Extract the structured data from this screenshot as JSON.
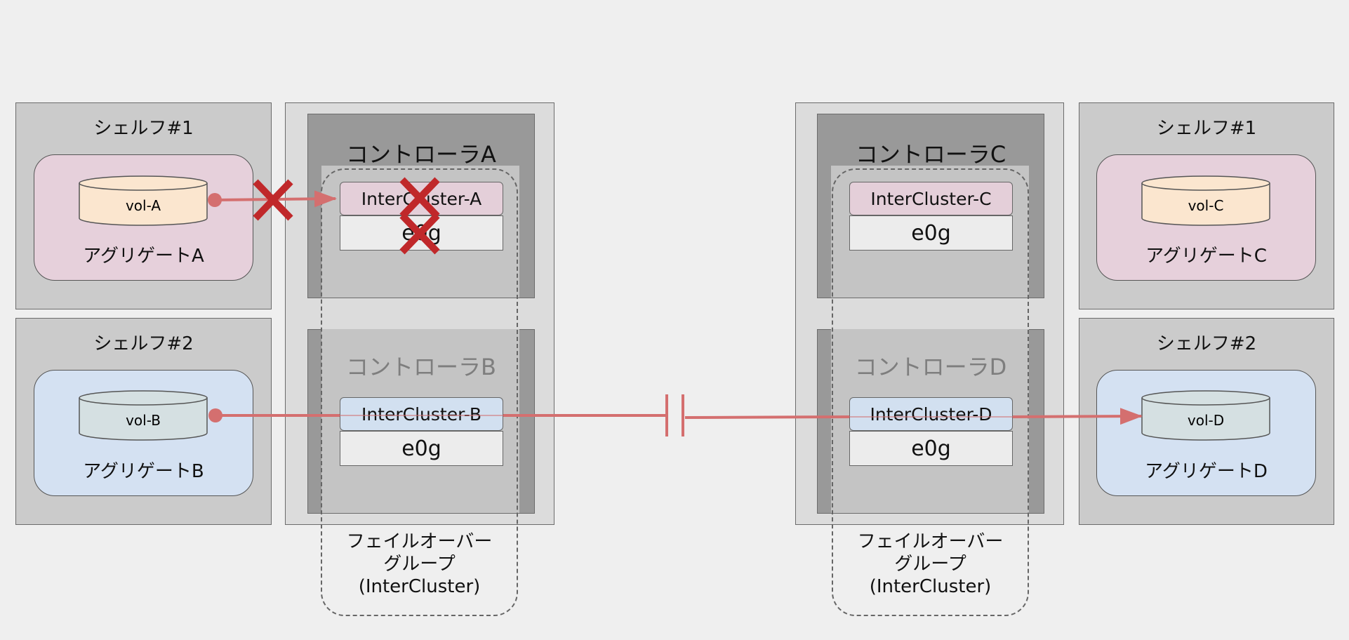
{
  "left": {
    "shelf1": {
      "title": "シェルフ#1",
      "aggregate": "アグリゲートA",
      "volume": "vol-A"
    },
    "shelf2": {
      "title": "シェルフ#2",
      "aggregate": "アグリゲートB",
      "volume": "vol-B"
    },
    "controller_a": {
      "title": "コントローラA",
      "lif": "InterCluster-A",
      "port": "e0g"
    },
    "controller_b": {
      "title": "コントローラB",
      "lif": "InterCluster-B",
      "port": "e0g"
    },
    "failover_group": {
      "line1": "フェイルオーバー",
      "line2": "グループ",
      "line3": "(InterCluster)"
    }
  },
  "right": {
    "shelf1": {
      "title": "シェルフ#1",
      "aggregate": "アグリゲートC",
      "volume": "vol-C"
    },
    "shelf2": {
      "title": "シェルフ#2",
      "aggregate": "アグリゲートD",
      "volume": "vol-D"
    },
    "controller_c": {
      "title": "コントローラC",
      "lif": "InterCluster-C",
      "port": "e0g"
    },
    "controller_d": {
      "title": "コントローラD",
      "lif": "InterCluster-D",
      "port": "e0g"
    },
    "failover_group": {
      "line1": "フェイルオーバー",
      "line2": "グループ",
      "line3": "(InterCluster)"
    }
  },
  "colors": {
    "link": "#d46f6f",
    "fail_mark": "#c0282a"
  },
  "icons": {
    "fail": "cross-mark-icon",
    "break": "link-break-icon",
    "volume": "cylinder-icon"
  }
}
